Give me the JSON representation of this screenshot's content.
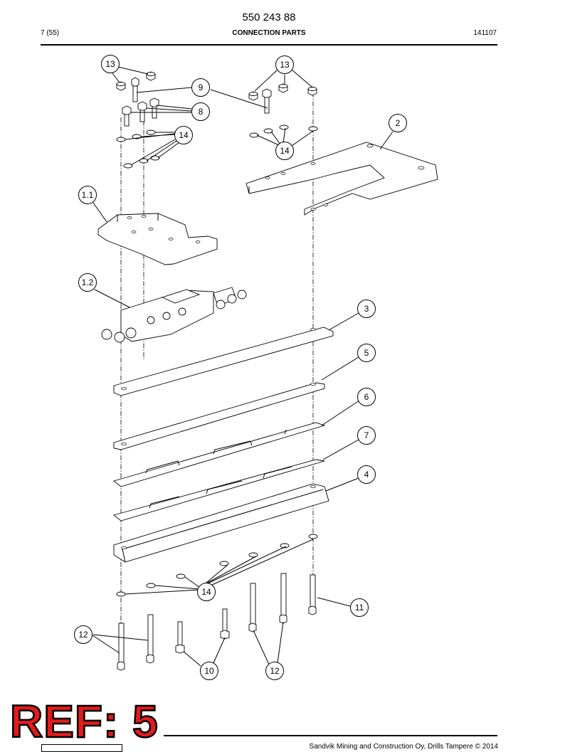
{
  "header": {
    "document_number": "550 243 88",
    "page": "7 (55)",
    "title": "CONNECTION PARTS",
    "date_code": "141107"
  },
  "callouts": [
    {
      "id": "13a",
      "label": "13"
    },
    {
      "id": "13b",
      "label": "13"
    },
    {
      "id": "9",
      "label": "9"
    },
    {
      "id": "8",
      "label": "8"
    },
    {
      "id": "14a",
      "label": "14"
    },
    {
      "id": "14b",
      "label": "14"
    },
    {
      "id": "2",
      "label": "2"
    },
    {
      "id": "1-1",
      "label": "1.1"
    },
    {
      "id": "1-2",
      "label": "1.2"
    },
    {
      "id": "3",
      "label": "3"
    },
    {
      "id": "5",
      "label": "5"
    },
    {
      "id": "6",
      "label": "6"
    },
    {
      "id": "7",
      "label": "7"
    },
    {
      "id": "4",
      "label": "4"
    },
    {
      "id": "14c",
      "label": "14"
    },
    {
      "id": "11",
      "label": "11"
    },
    {
      "id": "12a",
      "label": "12"
    },
    {
      "id": "10",
      "label": "10"
    },
    {
      "id": "12b",
      "label": "12"
    }
  ],
  "footer": {
    "stamp": "REF: 5",
    "copyright": "Sandvik Mining and Construction Oy, Drills Tampere © 2014"
  }
}
